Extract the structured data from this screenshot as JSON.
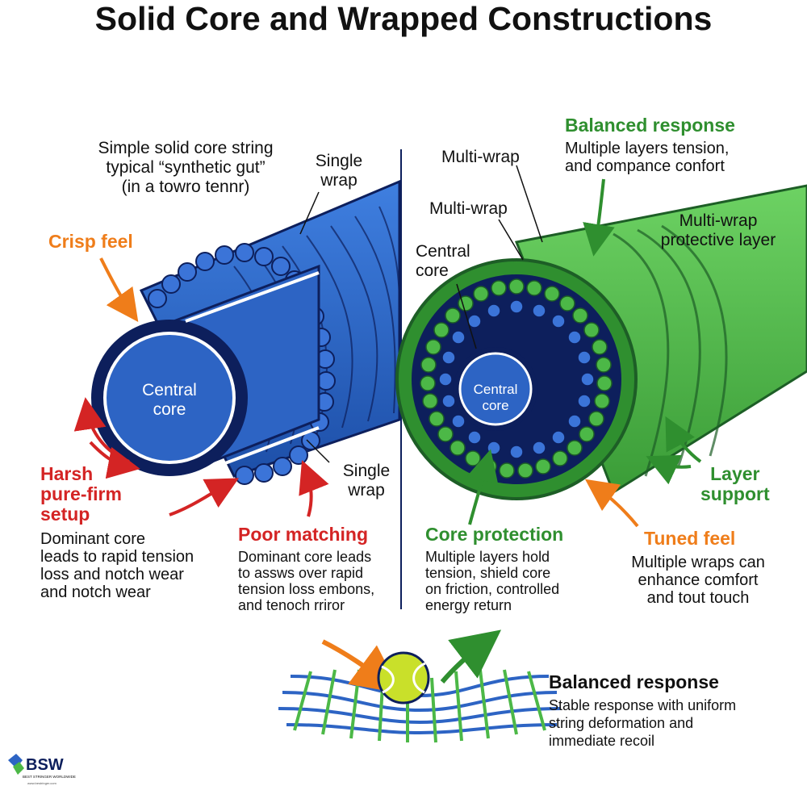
{
  "title": "Solid Core and Wrapped Constructions",
  "left": {
    "intro": [
      "Simple solid core string",
      "typical “synthetic gut”",
      "(in a towro tennr)"
    ],
    "single_wrap_top": [
      "Single",
      "wrap"
    ],
    "single_wrap_bottom": [
      "Single",
      "wrap"
    ],
    "central_core": [
      "Central",
      "core"
    ],
    "crisp_feel": "Crisp feel",
    "harsh": {
      "heading": [
        "Harsh",
        "pure-firm",
        "setup"
      ],
      "body": [
        "Dominant core",
        "leads to rapid tension",
        "loss and notch wear",
        "and notch wear"
      ]
    },
    "poor_matching": {
      "heading": "Poor matching",
      "body": [
        "Dominant core leads",
        "to assws over rapid",
        "tension loss embons,",
        "and tenoch rriror"
      ]
    }
  },
  "right": {
    "balanced_response": {
      "heading": "Balanced response",
      "body": [
        "Multiple layers tension,",
        "and compance confort"
      ]
    },
    "multi_wrap_1": "Multi-wrap",
    "multi_wrap_2": "Multi-wrap",
    "central_core": [
      "Central",
      "core"
    ],
    "central_core_inner": [
      "Central",
      "core"
    ],
    "protective_layer": [
      "Multi-wrap",
      "protective layer"
    ],
    "layer_support": [
      "Layer",
      "support"
    ],
    "core_protection": {
      "heading": "Core protection",
      "body": [
        "Multiple layers hold",
        "tension, shield core",
        "on friction, controlled",
        "energy return"
      ]
    },
    "tuned_feel": {
      "heading": "Tuned feel",
      "body": [
        "Multiple wraps can",
        "enhance comfort",
        "and tout touch"
      ]
    }
  },
  "bottom": {
    "heading": "Balanced response",
    "body": [
      "Stable response with uniform",
      "string deformation and",
      "immediate recoil"
    ]
  },
  "logo": {
    "text": "BSW",
    "tagline": "BEST STRINGER WORLDWIDE",
    "url": "www.bestringer.com"
  },
  "colors": {
    "orange": "#ef7d1a",
    "red": "#d42424",
    "green": "#2f8f2f",
    "core_blue": "#2d64c4",
    "navy": "#0d1f5c",
    "wrap_green": "#4cb847"
  }
}
